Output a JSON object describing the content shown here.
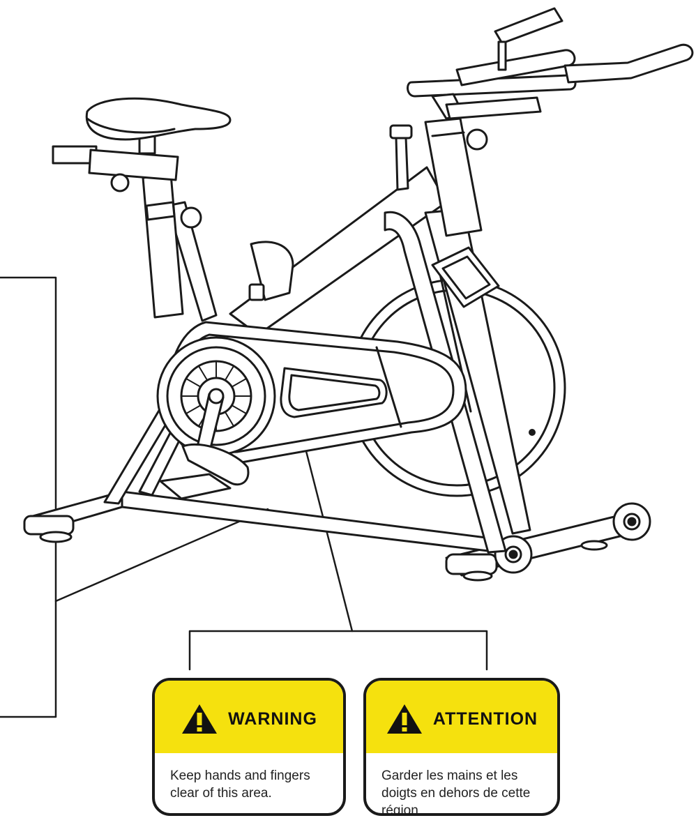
{
  "labels": {
    "warning": {
      "heading": "WARNING",
      "text": "Keep hands and fingers clear of this area.",
      "band_color": "#f5e10e",
      "icon": "warning-triangle-icon"
    },
    "attention": {
      "heading": "ATTENTION",
      "text": "Garder les mains et les doigts en dehors de cette région",
      "band_color": "#f5e10e",
      "icon": "warning-triangle-icon"
    }
  }
}
